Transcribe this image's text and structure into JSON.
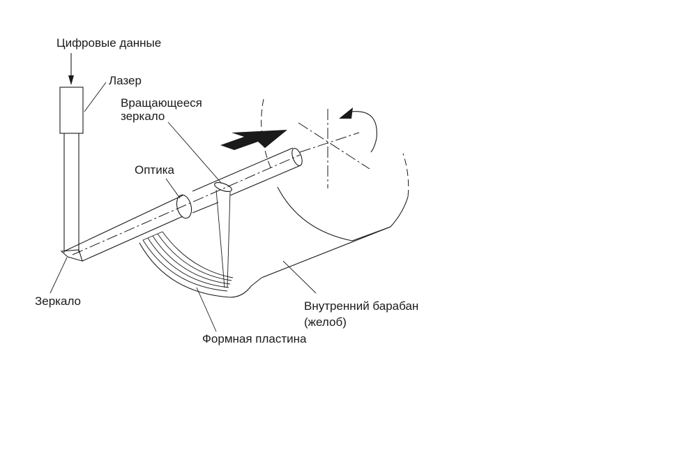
{
  "labels": {
    "digital_data": "Цифровые данные",
    "laser": "Лазер",
    "rotating_mirror_line1": "Вращающееся",
    "rotating_mirror_line2": "зеркало",
    "optics": "Оптика",
    "mirror": "Зеркало",
    "inner_drum_line1": "Внутренний барабан",
    "inner_drum_line2": "(желоб)",
    "printing_plate": "Формная пластина"
  },
  "colors": {
    "line": "#1a1a1a",
    "background": "#ffffff"
  }
}
